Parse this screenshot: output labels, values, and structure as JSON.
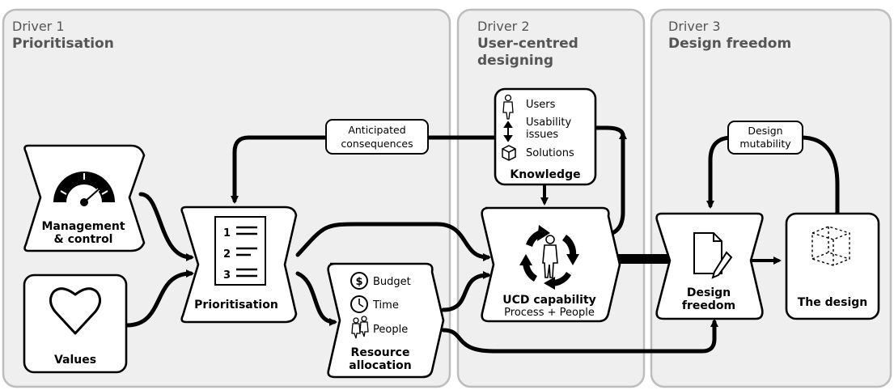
{
  "drivers": [
    {
      "number": "Driver 1",
      "title": "Prioritisation"
    },
    {
      "number": "Driver 2",
      "title_line1": "User-centred",
      "title_line2": "designing"
    },
    {
      "number": "Driver 3",
      "title": "Design freedom"
    }
  ],
  "nodes": {
    "management": {
      "line1": "Management",
      "line2": "& control"
    },
    "values": {
      "label": "Values"
    },
    "prioritisation": {
      "label": "Prioritisation",
      "list_numbers": [
        "1",
        "2",
        "3"
      ]
    },
    "resources": {
      "items": [
        "Budget",
        "Time",
        "People"
      ],
      "line1": "Resource",
      "line2": "allocation"
    },
    "knowledge": {
      "users": "Users",
      "usability1": "Usability",
      "usability2": "issues",
      "solutions": "Solutions",
      "title": "Knowledge"
    },
    "ucd": {
      "title": "UCD capability",
      "subtitle": "Process + People"
    },
    "design_freedom": {
      "line1": "Design",
      "line2": "freedom"
    },
    "the_design": {
      "label": "The design"
    }
  },
  "edge_labels": {
    "anticipated": {
      "line1": "Anticipated",
      "line2": "consequences"
    },
    "mutability": {
      "line1": "Design",
      "line2": "mutability"
    }
  }
}
